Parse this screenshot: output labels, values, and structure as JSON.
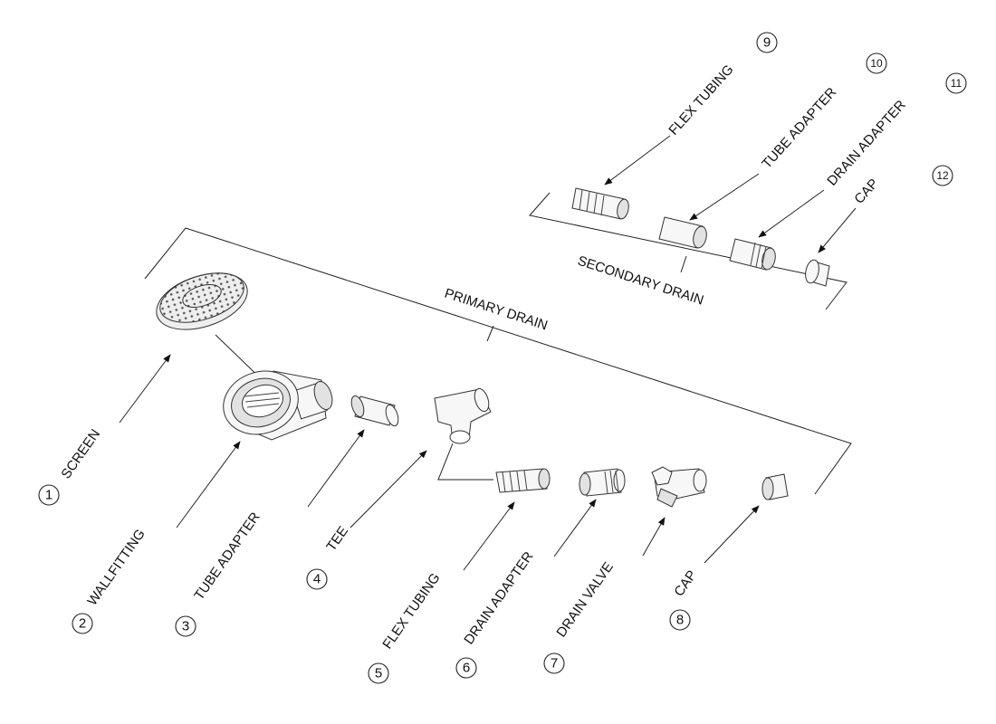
{
  "groups": {
    "primary": "PRIMARY DRAIN",
    "secondary": "SECONDARY DRAIN"
  },
  "callouts": [
    {
      "num": "1",
      "label": "SCREEN"
    },
    {
      "num": "2",
      "label": "WALLFITTING"
    },
    {
      "num": "3",
      "label": "TUBE ADAPTER"
    },
    {
      "num": "4",
      "label": "TEE"
    },
    {
      "num": "5",
      "label": "FLEX TUBING"
    },
    {
      "num": "6",
      "label": "DRAIN ADAPTER"
    },
    {
      "num": "7",
      "label": "DRAIN VALVE"
    },
    {
      "num": "8",
      "label": "CAP"
    },
    {
      "num": "9",
      "label": "FLEX TUBING"
    },
    {
      "num": "10",
      "label": "TUBE ADAPTER"
    },
    {
      "num": "11",
      "label": "DRAIN ADAPTER"
    },
    {
      "num": "12",
      "label": "CAP"
    }
  ]
}
